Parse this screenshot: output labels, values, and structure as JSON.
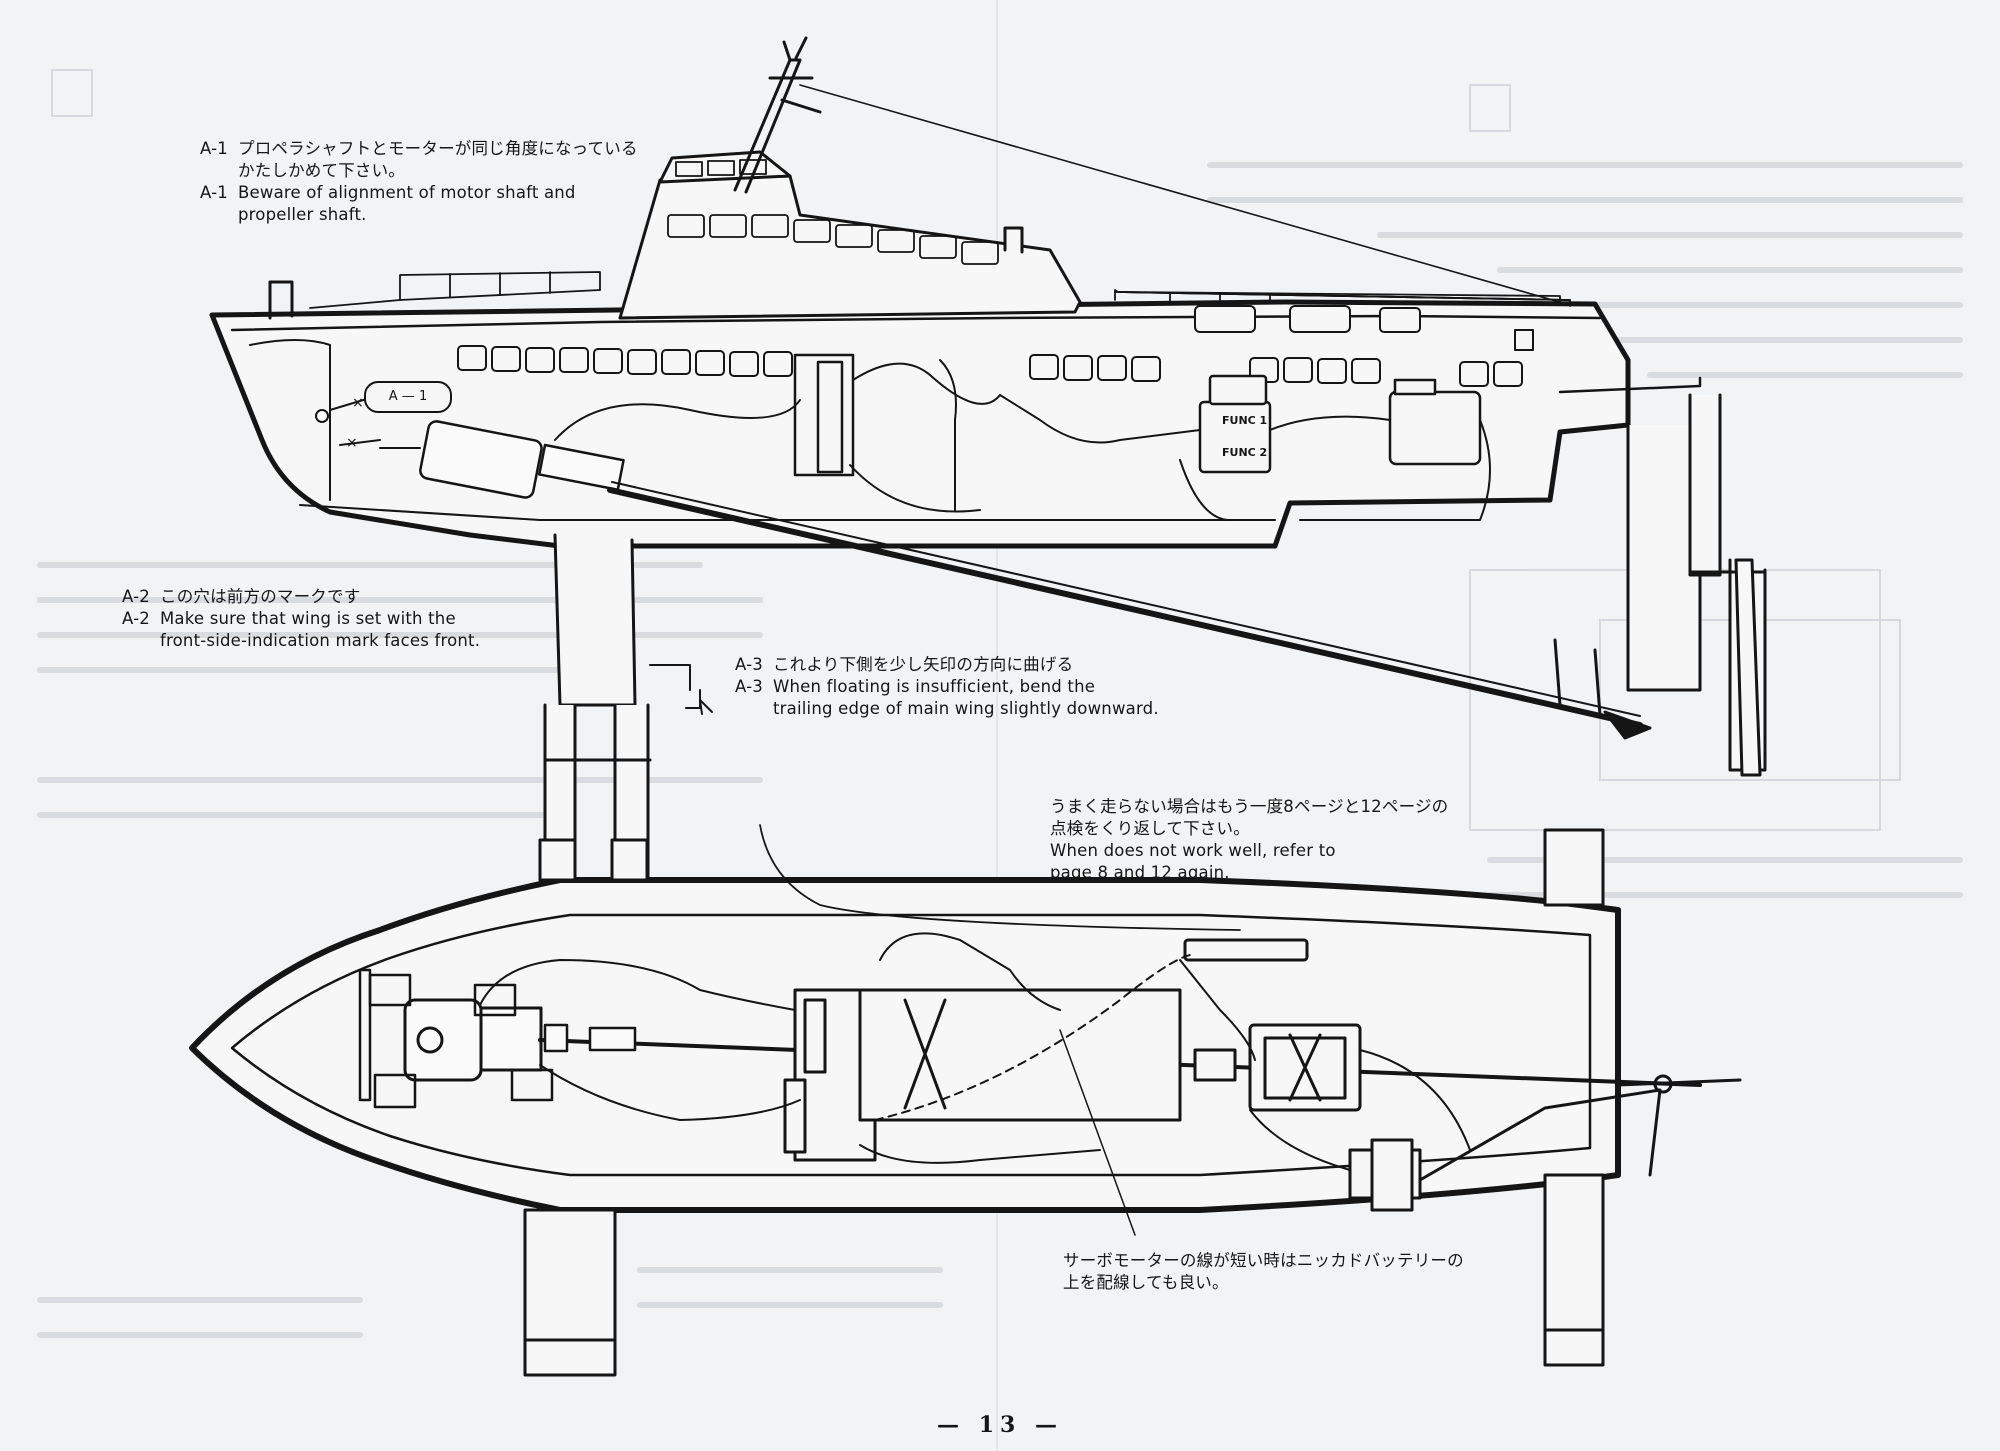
{
  "annotations": {
    "a1": {
      "code": "A-1",
      "jp_line1": "プロペラシャフトとモーターが同じ角度になっている",
      "jp_line2": "かたしかめて下さい。",
      "en_line1": "Beware of alignment of motor shaft and",
      "en_line2": "propeller shaft."
    },
    "a2": {
      "code": "A-2",
      "jp_line1": "この穴は前方のマークです",
      "en_line1": "Make sure that wing is set with the",
      "en_line2": "front-side-indication mark faces front."
    },
    "a3": {
      "code": "A-3",
      "jp_line1": "これより下側を少し矢印の方向に曲げる",
      "en_line1": "When floating is insufficient, bend the",
      "en_line2": "trailing edge of main wing slightly downward."
    },
    "retry": {
      "jp_line1": "うまく走らない場合はもう一度8ページと12ページの",
      "jp_line2": "点検をくり返して下さい。",
      "en_line1": "When does not work well, refer to",
      "en_line2": "page 8 and 12 again."
    },
    "servo": {
      "jp_line1": "サーボモーターの線が短い時はニッカドバッテリーの",
      "jp_line2": "上を配線しても良い。"
    }
  },
  "labels": {
    "callout": "A — 1",
    "func1": "FUNC 1",
    "func2": "FUNC 2"
  },
  "page_number": "— 13 —",
  "colors": {
    "paper": "#f2f3f5",
    "ink": "#151515",
    "ghost": "#b8bec8"
  }
}
